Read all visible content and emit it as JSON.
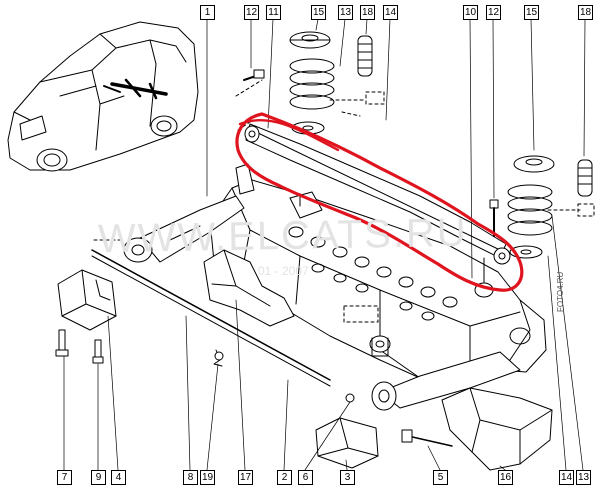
{
  "callouts_top": [
    "1",
    "12",
    "11",
    "15",
    "13",
    "18",
    "14",
    "10",
    "12",
    "15",
    "18"
  ],
  "callouts_bottom": [
    "7",
    "9",
    "4",
    "8",
    "19",
    "17",
    "2",
    "6",
    "3",
    "5",
    "16",
    "14",
    "13"
  ],
  "watermark": "WWW.ELCATS.RU",
  "watermark_sub": "01 - 2007",
  "source_tag": "FOTO4.RU",
  "highlight_color": "#e0141e"
}
